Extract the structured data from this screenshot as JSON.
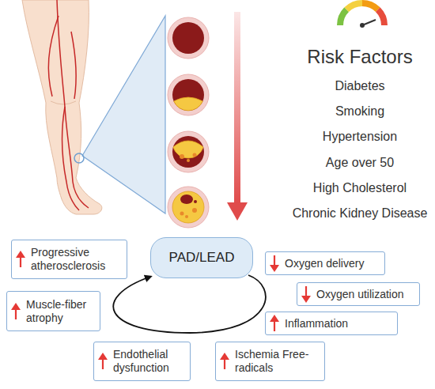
{
  "diagram": {
    "nodes": [
      {
        "text": [
          "Progressive atherosclerosis"
        ]
      },
      {
        "text": [
          "PAD/LEAD"
        ]
      },
      {
        "text": [
          "Oxygen delivery"
        ]
      },
      {
        "text": [
          "Oxygen utilization"
        ]
      },
      {
        "text": [
          "Muscle-fiber atrophy"
        ]
      },
      {
        "text": [
          "Inflammation"
        ]
      },
      {
        "text": [
          "Endothelial dysfunction"
        ]
      },
      {
        "text": [
          "Ischemia Free-radicals"
        ]
      }
    ],
    "labels": [
      "Risk Factors",
      "Diabetes",
      "Smoking",
      "Hypertension",
      "Age over 50",
      "High Cholesterol",
      "Chronic Kidney Disease"
    ]
  }
}
